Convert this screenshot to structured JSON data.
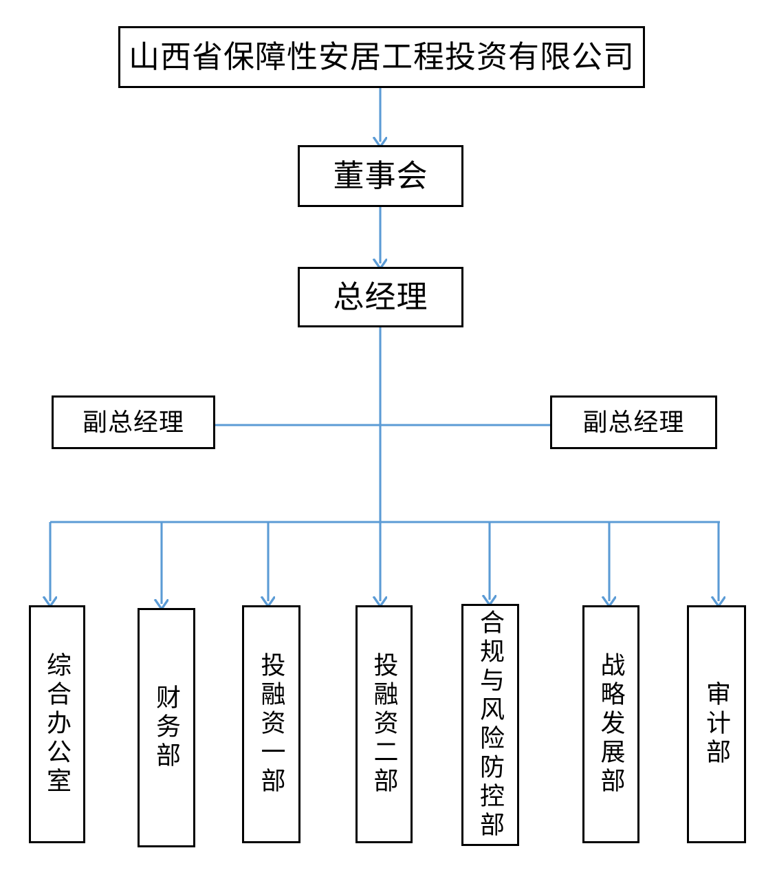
{
  "diagram": {
    "title": "山西省保障性安居工程投资有限公司",
    "connector_color": "#5B9BD5",
    "box_border_color": "#000000",
    "background_color": "#FFFFFF",
    "levels": [
      {
        "level": 1,
        "nodes": [
          "山西省保障性安居工程投资有限公司"
        ]
      },
      {
        "level": 2,
        "nodes": [
          "董事会"
        ]
      },
      {
        "level": 3,
        "nodes": [
          "总经理"
        ]
      },
      {
        "level": 4,
        "nodes": [
          "副总经理",
          "副总经理"
        ]
      },
      {
        "level": 5,
        "nodes": [
          "综合办公室",
          "财务部",
          "投融资一部",
          "投融资二部",
          "合规与风险防控部",
          "战略发展部",
          "审计部"
        ]
      }
    ]
  },
  "nodes": {
    "company": "山西省保障性安居工程投资有限公司",
    "board": "董事会",
    "general_manager": "总经理",
    "deputy_left": "副总经理",
    "deputy_right": "副总经理"
  },
  "departments": [
    {
      "label": "综合办公室"
    },
    {
      "label": "财务部"
    },
    {
      "label": "投融资一部"
    },
    {
      "label": "投融资二部"
    },
    {
      "label": "合规与风险防控部"
    },
    {
      "label": "战略发展部"
    },
    {
      "label": "审计部"
    }
  ]
}
